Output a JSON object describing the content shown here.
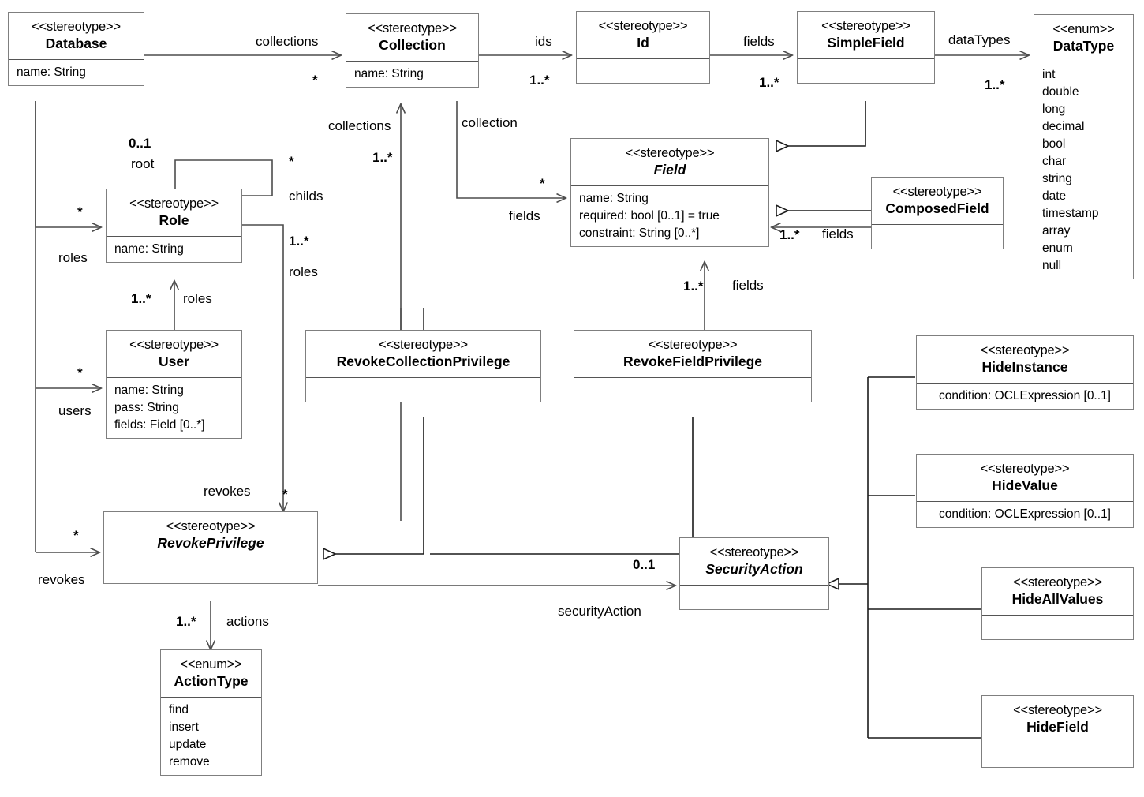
{
  "diagram": {
    "title": "NoSQL security metamodel UML class diagram",
    "type": "uml-class-diagram",
    "stereotype_label": "<<stereotype>>",
    "enum_label": "<<enum>>"
  },
  "classes": [
    {
      "id": "database",
      "kind": "stereotype",
      "name": "Database",
      "abstract": false,
      "attrs": [
        "name: String"
      ]
    },
    {
      "id": "collection",
      "kind": "stereotype",
      "name": "Collection",
      "abstract": false,
      "attrs": [
        "name: String"
      ]
    },
    {
      "id": "id",
      "kind": "stereotype",
      "name": "Id",
      "abstract": false,
      "attrs": []
    },
    {
      "id": "simplefield",
      "kind": "stereotype",
      "name": "SimpleField",
      "abstract": false,
      "attrs": []
    },
    {
      "id": "datatype",
      "kind": "enum",
      "name": "DataType",
      "abstract": false,
      "attrs": [
        "int",
        "double",
        "long",
        "decimal",
        "bool",
        "char",
        "string",
        "date",
        "timestamp",
        "array",
        "enum",
        "null"
      ]
    },
    {
      "id": "field",
      "kind": "stereotype",
      "name": "Field",
      "abstract": true,
      "attrs": [
        "name: String",
        "required: bool [0..1] = true",
        "constraint: String [0..*]"
      ]
    },
    {
      "id": "composedfield",
      "kind": "stereotype",
      "name": "ComposedField",
      "abstract": false,
      "attrs": []
    },
    {
      "id": "role",
      "kind": "stereotype",
      "name": "Role",
      "abstract": false,
      "attrs": [
        "name: String"
      ]
    },
    {
      "id": "user",
      "kind": "stereotype",
      "name": "User",
      "abstract": false,
      "attrs": [
        "name: String",
        "pass: String",
        "fields: Field [0..*]"
      ]
    },
    {
      "id": "revokecollectionprivilege",
      "kind": "stereotype",
      "name": "RevokeCollectionPrivilege",
      "abstract": false,
      "attrs": []
    },
    {
      "id": "revokefieldprivilege",
      "kind": "stereotype",
      "name": "RevokeFieldPrivilege",
      "abstract": false,
      "attrs": []
    },
    {
      "id": "revokeprivilege",
      "kind": "stereotype",
      "name": "RevokePrivilege",
      "abstract": true,
      "attrs": []
    },
    {
      "id": "actiontype",
      "kind": "enum",
      "name": "ActionType",
      "abstract": false,
      "attrs": [
        "find",
        "insert",
        "update",
        "remove"
      ]
    },
    {
      "id": "securityaction",
      "kind": "stereotype",
      "name": "SecurityAction",
      "abstract": true,
      "attrs": []
    },
    {
      "id": "hideinstance",
      "kind": "stereotype",
      "name": "HideInstance",
      "abstract": false,
      "attrs": [
        "condition: OCLExpression [0..1]"
      ]
    },
    {
      "id": "hidevalue",
      "kind": "stereotype",
      "name": "HideValue",
      "abstract": false,
      "attrs": [
        "condition: OCLExpression [0..1]"
      ]
    },
    {
      "id": "hideallvalues",
      "kind": "stereotype",
      "name": "HideAllValues",
      "abstract": false,
      "attrs": []
    },
    {
      "id": "hidefield",
      "kind": "stereotype",
      "name": "HideField",
      "abstract": false,
      "attrs": []
    }
  ],
  "edge_labels": [
    {
      "id": "l_collections_top",
      "text": "collections",
      "bold": false
    },
    {
      "id": "l_mult_star_coll",
      "text": "*",
      "bold": true
    },
    {
      "id": "l_ids",
      "text": "ids",
      "bold": false
    },
    {
      "id": "l_mult_ids",
      "text": "1..*",
      "bold": true
    },
    {
      "id": "l_fields_id",
      "text": "fields",
      "bold": false
    },
    {
      "id": "l_mult_fields_id",
      "text": "1..*",
      "bold": true
    },
    {
      "id": "l_datatypes",
      "text": "dataTypes",
      "bold": false
    },
    {
      "id": "l_mult_datatypes",
      "text": "1..*",
      "bold": true
    },
    {
      "id": "l_collections_role",
      "text": "collections",
      "bold": false
    },
    {
      "id": "l_mult_coll_role",
      "text": "1..*",
      "bold": true
    },
    {
      "id": "l_collection",
      "text": "collection",
      "bold": false
    },
    {
      "id": "l_fields_coll",
      "text": "fields",
      "bold": false
    },
    {
      "id": "l_mult_fields_coll",
      "text": "*",
      "bold": true
    },
    {
      "id": "l_mult_fields_cf",
      "text": "1..*",
      "bold": true
    },
    {
      "id": "l_fields_cf",
      "text": "fields",
      "bold": false
    },
    {
      "id": "l_mult_fields_rfp",
      "text": "1..*",
      "bold": true
    },
    {
      "id": "l_fields_rfp",
      "text": "fields",
      "bold": false
    },
    {
      "id": "l_root_mult",
      "text": "0..1",
      "bold": true
    },
    {
      "id": "l_root",
      "text": "root",
      "bold": false
    },
    {
      "id": "l_childs_mult",
      "text": "*",
      "bold": true
    },
    {
      "id": "l_childs",
      "text": "childs",
      "bold": false
    },
    {
      "id": "l_roles_db_mult",
      "text": "*",
      "bold": true
    },
    {
      "id": "l_roles_db",
      "text": "roles",
      "bold": false
    },
    {
      "id": "l_roles_rp_mult",
      "text": "1..*",
      "bold": true
    },
    {
      "id": "l_roles_rp",
      "text": "roles",
      "bold": false
    },
    {
      "id": "l_roles_user_mult",
      "text": "1..*",
      "bold": true
    },
    {
      "id": "l_roles_user",
      "text": "roles",
      "bold": false
    },
    {
      "id": "l_users_mult",
      "text": "*",
      "bold": true
    },
    {
      "id": "l_users",
      "text": "users",
      "bold": false
    },
    {
      "id": "l_revokes_top",
      "text": "revokes",
      "bold": false
    },
    {
      "id": "l_revokes_top_mult",
      "text": "*",
      "bold": true
    },
    {
      "id": "l_revokes_db_mult",
      "text": "*",
      "bold": true
    },
    {
      "id": "l_revokes_db",
      "text": "revokes",
      "bold": false
    },
    {
      "id": "l_actions_mult",
      "text": "1..*",
      "bold": true
    },
    {
      "id": "l_actions",
      "text": "actions",
      "bold": false
    },
    {
      "id": "l_secaction_mult",
      "text": "0..1",
      "bold": true
    },
    {
      "id": "l_secaction",
      "text": "securityAction",
      "bold": false
    }
  ],
  "colors": {
    "box_border": "#7f7f7f",
    "separator": "#555555",
    "line": "#4d4d4d",
    "line_dark": "#1a1a1a",
    "background": "#ffffff",
    "text": "#000000"
  }
}
